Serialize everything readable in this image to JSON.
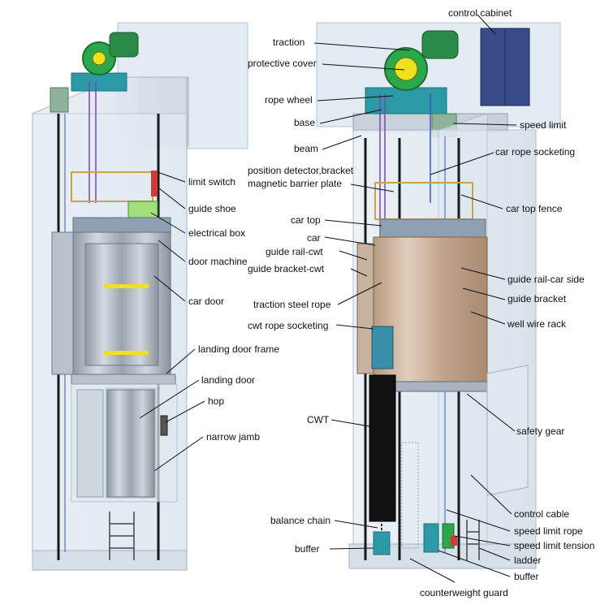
{
  "labels": {
    "control_cabinet": "control cabinet",
    "traction": "traction",
    "protective_cover": "protective cover",
    "rope_wheel": "rope wheel",
    "base": "base",
    "speed_limit": "speed limit",
    "beam": "beam",
    "car_rope_socketing": "car rope socketing",
    "position_detector": "position detector,bracket",
    "magnetic_barrier": "magnetic barrier plate",
    "car_top_fence": "car top fence",
    "car_top": "car top",
    "car": "car",
    "guide_rail_cwt": "guide rail-cwt",
    "guide_bracket_cwt": "guide bracket-cwt",
    "guide_rail_car_side": "guide rail-car side",
    "guide_bracket": "guide bracket",
    "traction_steel_rope": "traction steel rope",
    "well_wire_rack": "well wire rack",
    "cwt_rope_socketing": "cwt rope socketing",
    "cwt": "CWT",
    "safety_gear": "safety gear",
    "control_cable": "control cable",
    "balance_chain": "balance chain",
    "speed_limit_rope": "speed limit rope",
    "speed_limit_tension": "speed limit tension",
    "buffer_left": "buffer",
    "ladder": "ladder",
    "buffer_right": "buffer",
    "counterweight_guard": "counterweight guard",
    "limit_switch": "limit switch",
    "guide_shoe": "guide shoe",
    "electrical_box": "electrical box",
    "door_machine": "door machine",
    "car_door": "car door",
    "landing_door_frame": "landing door frame",
    "landing_door": "landing door",
    "hop": "hop",
    "narrow_jamb": "narrow jamb"
  },
  "colors": {
    "shaft_glass": "#dde7f0",
    "shaft_edge": "#9fb3c6",
    "car_steel": "#a9b3bd",
    "traction_green": "#2aa84a",
    "base_teal": "#2b9aa6",
    "cwt_black": "#111111",
    "fence_gold": "#c9a24a",
    "cable_purple": "#7a45b8",
    "accent_yellow": "#f0e020",
    "accent_red": "#d23a3a",
    "electrical_green": "#9fe07a",
    "cabinet_navy": "#3a4b8a"
  }
}
